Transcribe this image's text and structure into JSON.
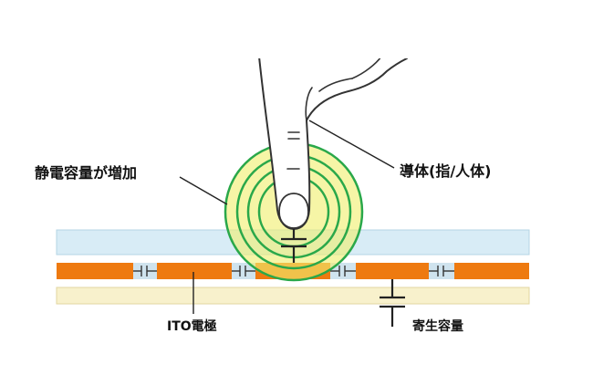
{
  "labels": {
    "capacitance_increase": "静電容量が増加",
    "conductor": "導体(指/人体)",
    "ito_electrode": "ITO電極",
    "parasitic_capacitance": "寄生容量"
  },
  "colors": {
    "cover_glass": "#d8ecf6",
    "cover_glass_stroke": "#b4d4e4",
    "ito": "#ee7a10",
    "ito_gap": "#cfe3ee",
    "substrate": "#f8f1cc",
    "substrate_stroke": "#e2d6a0",
    "glow_fill": "#f0ef70",
    "glow_ring": "#2aa84a",
    "finger_stroke": "#333333",
    "text": "#111111"
  }
}
